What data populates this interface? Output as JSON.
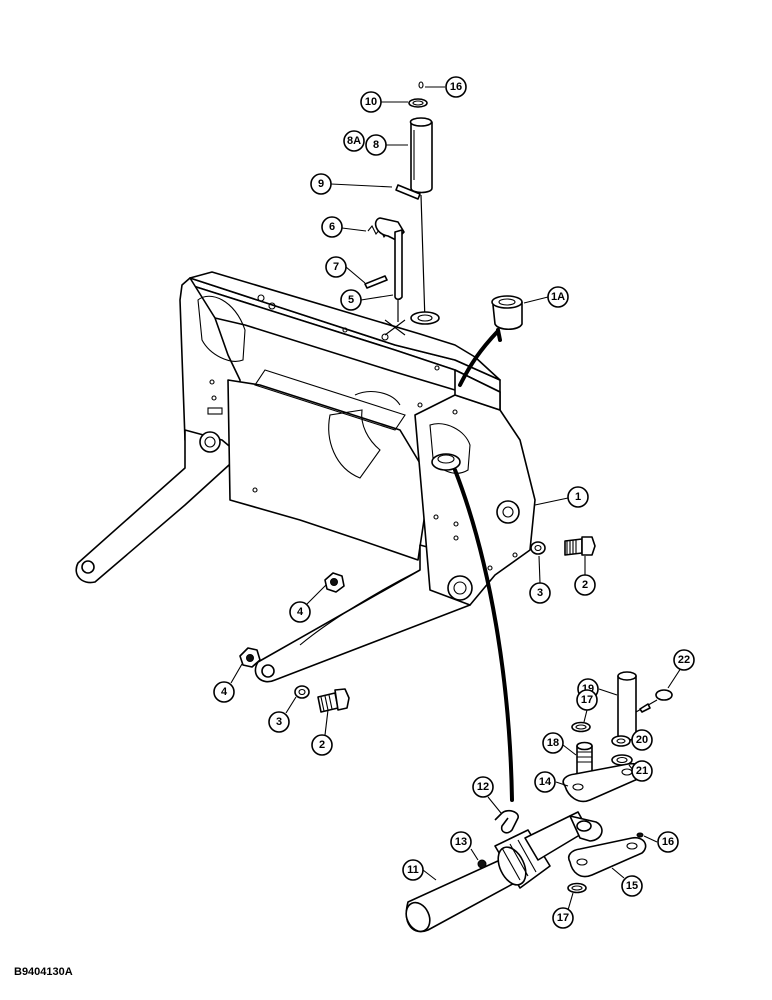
{
  "drawing_code": "B9404130A",
  "callouts": [
    "10",
    "16",
    "8A",
    "8",
    "9",
    "6",
    "7",
    "5",
    "1A",
    "1",
    "3",
    "2",
    "4",
    "4",
    "3",
    "2",
    "22",
    "19",
    "17",
    "20",
    "18",
    "21",
    "14",
    "12",
    "16",
    "13",
    "11",
    "15",
    "17"
  ]
}
